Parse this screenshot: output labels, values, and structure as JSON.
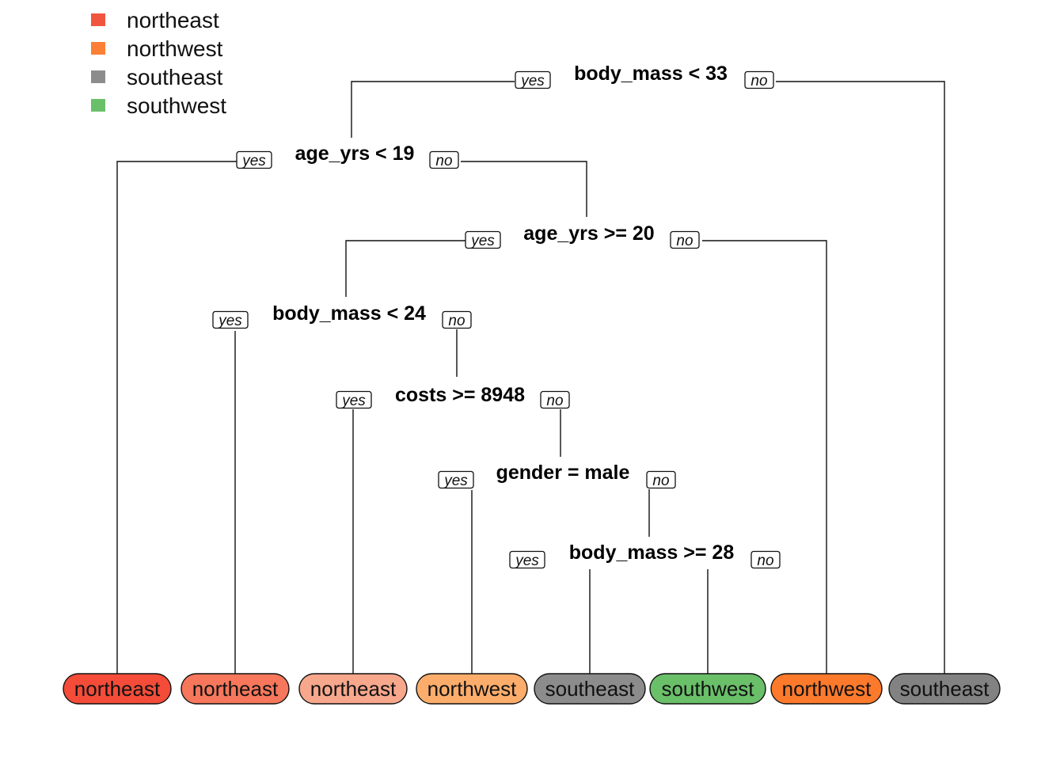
{
  "legend": [
    {
      "label": "northeast",
      "color": "#f0553f"
    },
    {
      "label": "northwest",
      "color": "#fd7f34"
    },
    {
      "label": "southeast",
      "color": "#8c8c8c"
    },
    {
      "label": "southwest",
      "color": "#6abf69"
    }
  ],
  "tree": {
    "yes_label": "yes",
    "no_label": "no",
    "splits": [
      {
        "id": "s1",
        "label": "body_mass < 33"
      },
      {
        "id": "s2",
        "label": "age_yrs < 19"
      },
      {
        "id": "s3",
        "label": "age_yrs >= 20"
      },
      {
        "id": "s4",
        "label": "body_mass < 24"
      },
      {
        "id": "s5",
        "label": "costs >= 8948"
      },
      {
        "id": "s6",
        "label": "gender = male"
      },
      {
        "id": "s7",
        "label": "body_mass >= 28"
      }
    ],
    "leaves": [
      {
        "label": "northeast",
        "fill": "#f44c39"
      },
      {
        "label": "northeast",
        "fill": "#f6775b"
      },
      {
        "label": "northeast",
        "fill": "#f7a78c"
      },
      {
        "label": "northwest",
        "fill": "#fdad6b"
      },
      {
        "label": "southeast",
        "fill": "#8c8c8c"
      },
      {
        "label": "southwest",
        "fill": "#6abf69"
      },
      {
        "label": "northwest",
        "fill": "#fd7a2c"
      },
      {
        "label": "southeast",
        "fill": "#828282"
      }
    ]
  }
}
